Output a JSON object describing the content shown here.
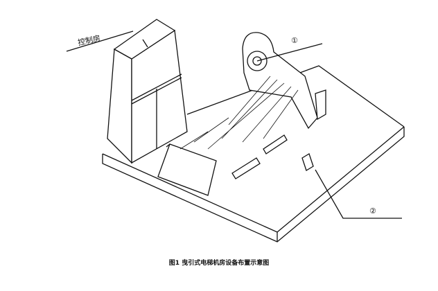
{
  "labels": {
    "control_room": "控制房",
    "marker_1": "①",
    "marker_2": "②"
  },
  "caption": "图1 曳引式电梯机房设备布置示意图"
}
